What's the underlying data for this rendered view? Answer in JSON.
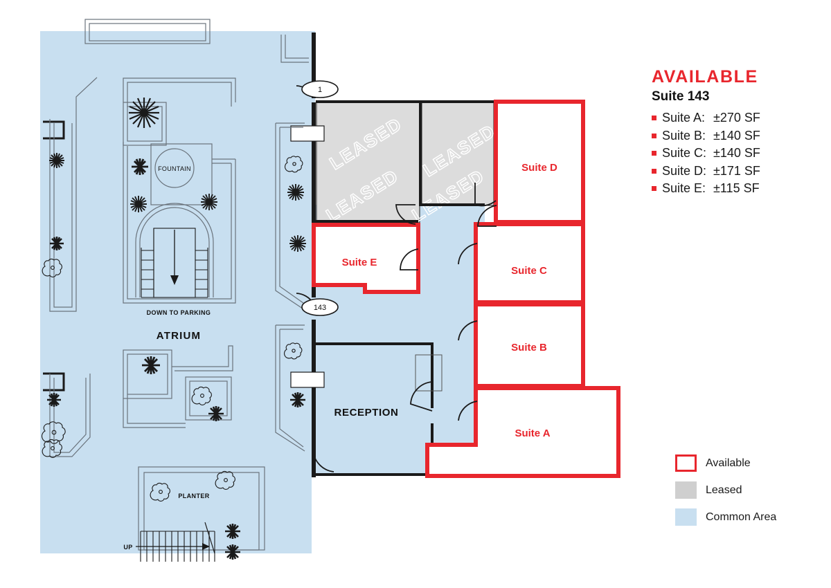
{
  "info_panel": {
    "title": "AVAILABLE",
    "subtitle": "Suite 143",
    "suites": [
      {
        "name": "Suite A:",
        "area": "±270 SF"
      },
      {
        "name": "Suite B:",
        "area": "±140 SF"
      },
      {
        "name": "Suite C:",
        "area": "±140 SF"
      },
      {
        "name": "Suite D:",
        "area": "±171 SF"
      },
      {
        "name": "Suite E:",
        "area": "±115 SF"
      }
    ]
  },
  "legend": {
    "items": [
      {
        "label": "Available",
        "color": "#e8262d"
      },
      {
        "label": "Leased",
        "color": "#cfcfcf"
      },
      {
        "label": "Common Area",
        "color": "#c8dff0"
      }
    ]
  },
  "floorplan": {
    "suite_labels": {
      "suite_a": "Suite A",
      "suite_b": "Suite B",
      "suite_c": "Suite C",
      "suite_d": "Suite D",
      "suite_e": "Suite E"
    },
    "area_labels": {
      "atrium": "ATRIUM",
      "reception": "RECEPTION",
      "fountain": "FOUNTAIN",
      "planter": "PLANTER",
      "down_to_parking": "DOWN TO PARKING",
      "up": "UP"
    },
    "leased_watermarks": [
      "LEASED",
      "LEASED",
      "LEASED",
      "LEASED",
      "LEASED"
    ],
    "door_markers": [
      {
        "id": "marker-top",
        "text": "1"
      },
      {
        "id": "marker-143",
        "text": "143"
      }
    ]
  },
  "colors": {
    "accent_red": "#e8262d",
    "leased_gray": "#dcdcdc",
    "common_blue": "#c8dff0",
    "wall_black": "#1a1a1a",
    "white": "#ffffff"
  }
}
